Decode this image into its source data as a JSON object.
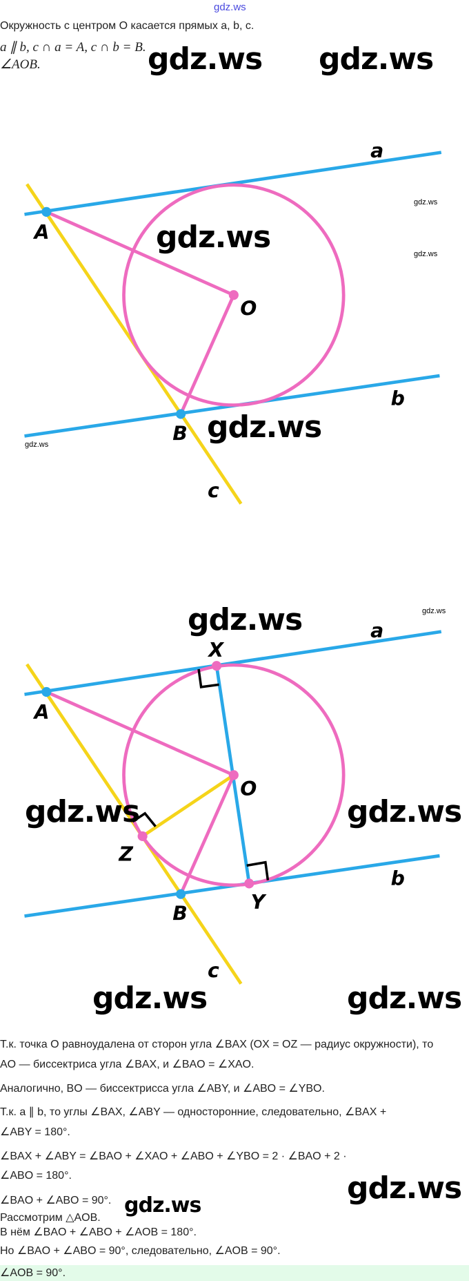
{
  "header_watermark": "gdz.ws",
  "problem": {
    "line1": "Окружность с центром O касается прямых a,  b,  c.",
    "line2": "a ∥ b, c ∩ a = A, c ∩ b = B.",
    "line3": "∠AOB."
  },
  "watermarks": [
    "gdz.ws",
    "gdz.ws",
    "gdz.ws",
    "gdz.ws",
    "gdz.ws",
    "gdz.ws",
    "gdz.ws",
    "gdz.ws",
    "gdz.ws",
    "gdz.ws",
    "gdz.ws",
    "gdz.ws",
    "gdz.ws",
    "gdz.ws",
    "gdz.ws"
  ],
  "figure1": {
    "labels": {
      "a": "a",
      "b": "b",
      "c": "c",
      "A": "A",
      "B": "B",
      "O": "O"
    }
  },
  "figure2": {
    "labels": {
      "a": "a",
      "b": "b",
      "c": "c",
      "A": "A",
      "B": "B",
      "O": "O",
      "X": "X",
      "Y": "Y",
      "Z": "Z"
    }
  },
  "colors": {
    "line_ab": "#29a8e8",
    "line_c": "#f5d41a",
    "circle": "#ee6bbf"
  },
  "solution": [
    "Т.к. точка O равноудалена от сторон угла ∠BAX (OX = OZ — радиус окружности), то",
    "AO — биссектриса угла ∠BAX, и ∠BAO = ∠XAO.",
    "Аналогично, BO — биссектрисса угла ∠ABY, и ∠ABO = ∠YBO.",
    "Т.к. a ∥ b, то углы ∠BAX, ∠ABY — односторонние, следовательно, ∠BAX +",
    "∠ABY = 180°.",
    "∠BAX + ∠ABY = ∠BAO + ∠XAO + ∠ABO + ∠YBO = 2 · ∠BAO + 2 ·",
    "∠ABO = 180°.",
    "∠BAO + ∠ABO = 90°.",
    "Рассмотрим △AOB.",
    "В нём ∠BAO + ∠ABO + ∠AOB = 180°.",
    "Но ∠BAO + ∠ABO = 90°, следовательно, ∠AOB = 90°."
  ],
  "answer": "∠AOB = 90°."
}
